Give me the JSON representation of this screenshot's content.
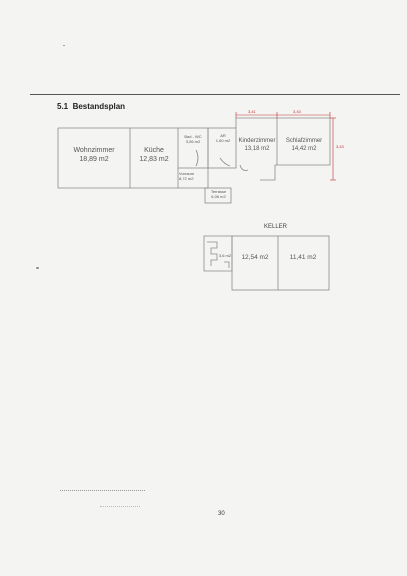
{
  "section": {
    "number": "5.1",
    "title": "Bestandsplan"
  },
  "ground_floor": {
    "rooms": [
      {
        "name": "Wohnzimmer",
        "area": "18,89 m2"
      },
      {
        "name": "Küche",
        "area": "12,83 m2"
      },
      {
        "name": "Bad - WC",
        "area": "3,06 m2"
      },
      {
        "name": "AR",
        "area": "1,60 m2"
      },
      {
        "name": "Kinderzimmer",
        "area": "13,18 m2"
      },
      {
        "name": "Schlafzimmer",
        "area": "14,42 m2"
      },
      {
        "name": "Vorraum",
        "area": "8,72 m2"
      },
      {
        "name": "Terrasse",
        "area": "6,06 m2"
      }
    ],
    "dimensions": {
      "top_left": "3,41",
      "top_right": "3,43",
      "right": "3,43"
    }
  },
  "basement": {
    "title": "KELLER",
    "rooms": [
      {
        "name": "",
        "area": "3,6 m2"
      },
      {
        "name": "",
        "area": "12,54 m2"
      },
      {
        "name": "",
        "area": "11,41 m2"
      }
    ]
  },
  "page_number": "30"
}
